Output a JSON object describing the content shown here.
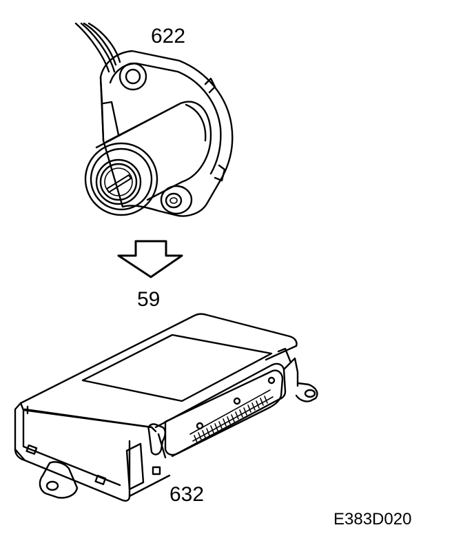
{
  "labels": {
    "ignition_switch": "622",
    "transfer_ref": "59",
    "control_module": "632",
    "figure_code": "E383D020"
  },
  "colors": {
    "line": "#000000",
    "background": "#ffffff"
  }
}
